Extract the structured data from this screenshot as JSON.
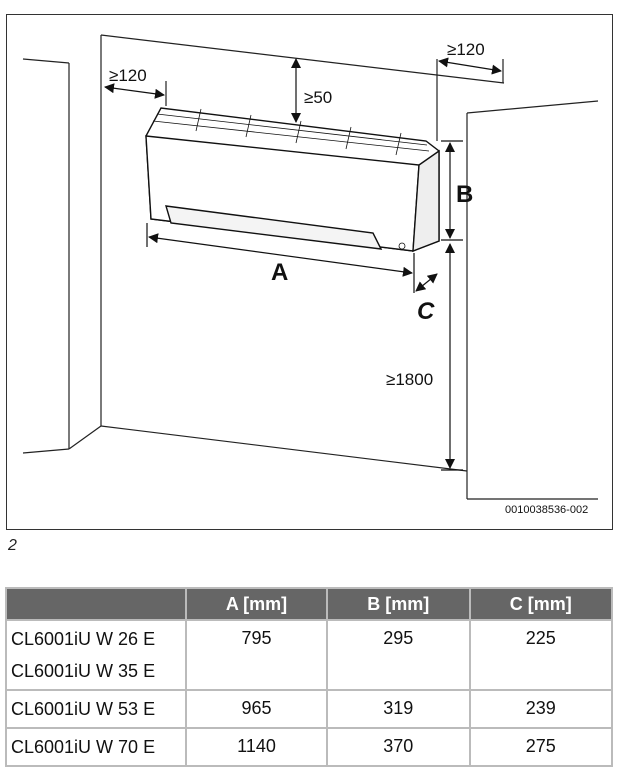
{
  "figure": {
    "labels": {
      "clear_left": "≥120",
      "clear_right": "≥120",
      "clear_top": "≥50",
      "floor": "≥1800",
      "A": "A",
      "B": "B",
      "C": "C"
    },
    "code": "0010038536-002",
    "number": "2"
  },
  "table": {
    "headers": [
      "",
      "A [mm]",
      "B [mm]",
      "C [mm]"
    ],
    "rows": [
      {
        "models": [
          "CL6001iU W 26 E",
          "CL6001iU W 35 E"
        ],
        "a": "795",
        "b": "295",
        "c": "225"
      },
      {
        "models": [
          "CL6001iU W 53 E"
        ],
        "a": "965",
        "b": "319",
        "c": "239"
      },
      {
        "models": [
          "CL6001iU W 70 E"
        ],
        "a": "1140",
        "b": "370",
        "c": "275"
      }
    ]
  }
}
